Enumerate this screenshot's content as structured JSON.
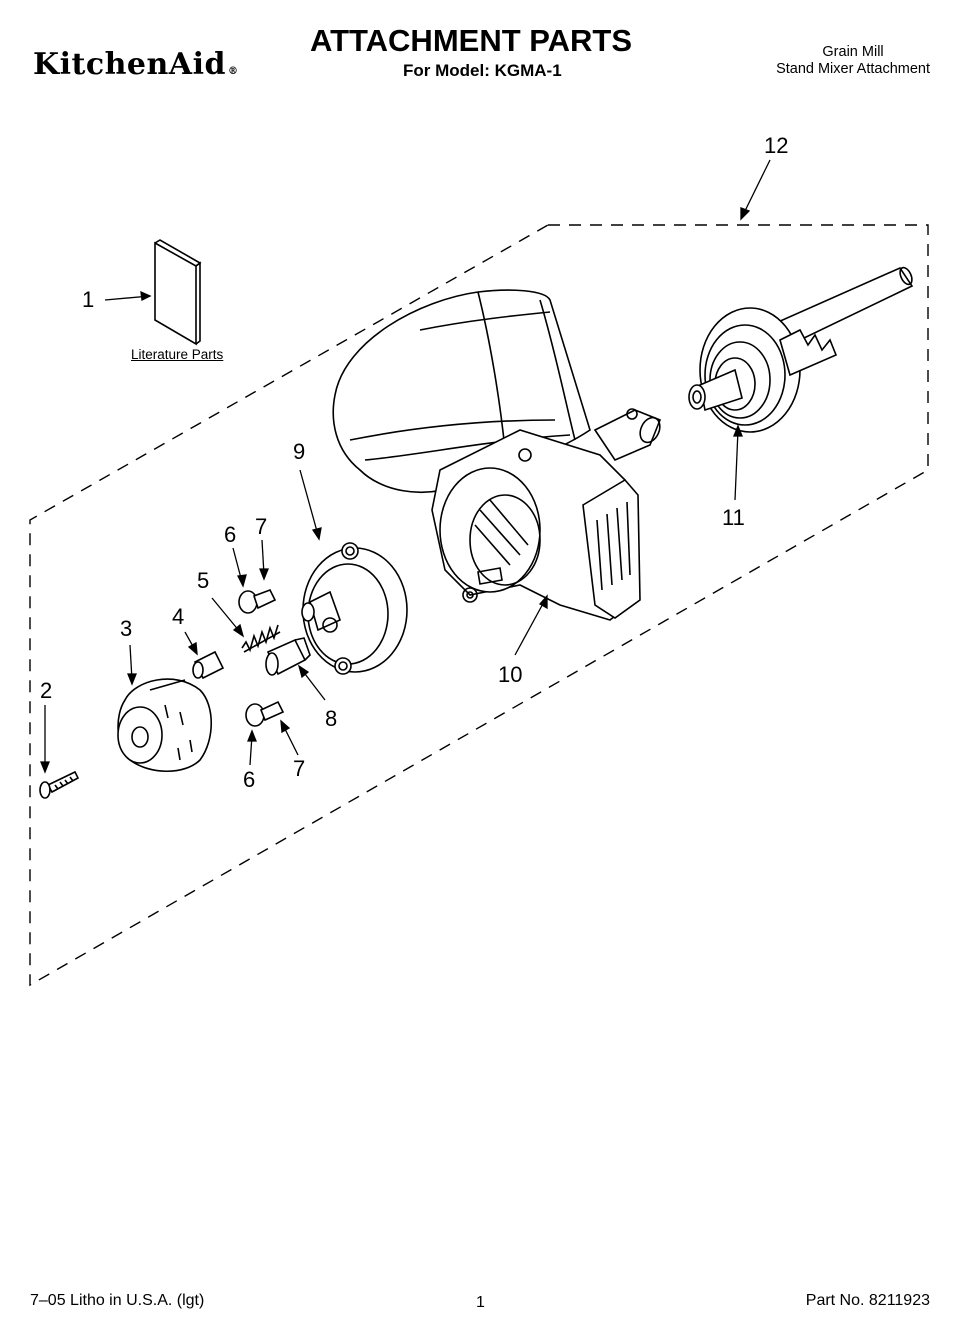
{
  "header": {
    "brand": "KitchenAid",
    "brand_mark": "®",
    "title": "ATTACHMENT PARTS",
    "model": "For Model: KGMA-1",
    "product_line1": "Grain Mill",
    "product_line2": "Stand Mixer Attachment"
  },
  "literature_label": "Literature Parts",
  "callouts": {
    "c1": "1",
    "c2": "2",
    "c3": "3",
    "c4": "4",
    "c5": "5",
    "c6a": "6",
    "c6b": "6",
    "c7a": "7",
    "c7b": "7",
    "c8": "8",
    "c9": "9",
    "c10": "10",
    "c11": "11",
    "c12": "12"
  },
  "footer": {
    "left": "7–05 Litho in U.S.A. (lgt)",
    "page": "1",
    "part_no": "Part No. 8211923"
  }
}
